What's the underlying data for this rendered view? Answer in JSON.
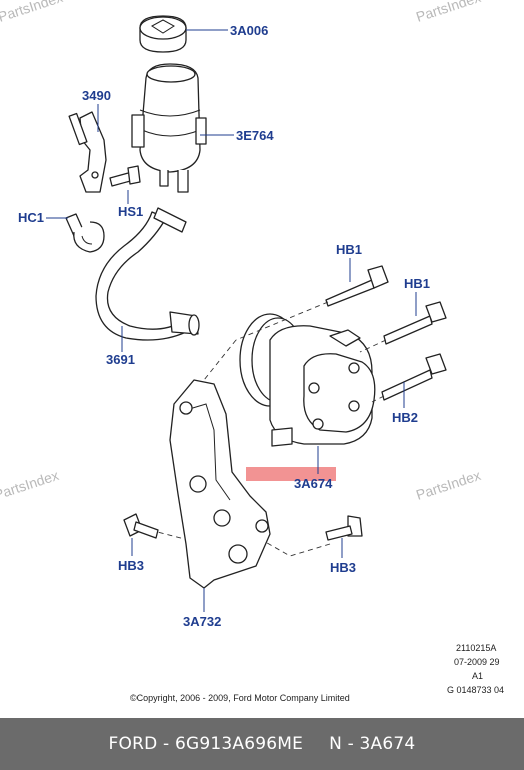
{
  "watermark": "PartsIndex",
  "callouts": {
    "cap": "3A006",
    "bracket_small": "3490",
    "reservoir": "3E764",
    "bolt_hs1": "HS1",
    "clip_hc1": "HC1",
    "hose": "3691",
    "bolt_hb1_a": "HB1",
    "bolt_hb1_b": "HB1",
    "bolt_hb2": "HB2",
    "pump": "3A674",
    "bolt_hb3_left": "HB3",
    "bolt_hb3_right": "HB3",
    "bracket_main": "3A732"
  },
  "diagram_meta": {
    "code": "2110215A",
    "date": "07-2009 29",
    "rev": "A1",
    "ref": "G 0148733 04"
  },
  "copyright": "©Copyright, 2006 - 2009, Ford Motor Company Limited",
  "footer": {
    "part": "FORD - 6G913A696ME",
    "number": "N - 3A674"
  },
  "colors": {
    "callout": "#1f3d8f",
    "highlight": "#f08080",
    "footer_bg": "#6b6b6b"
  }
}
